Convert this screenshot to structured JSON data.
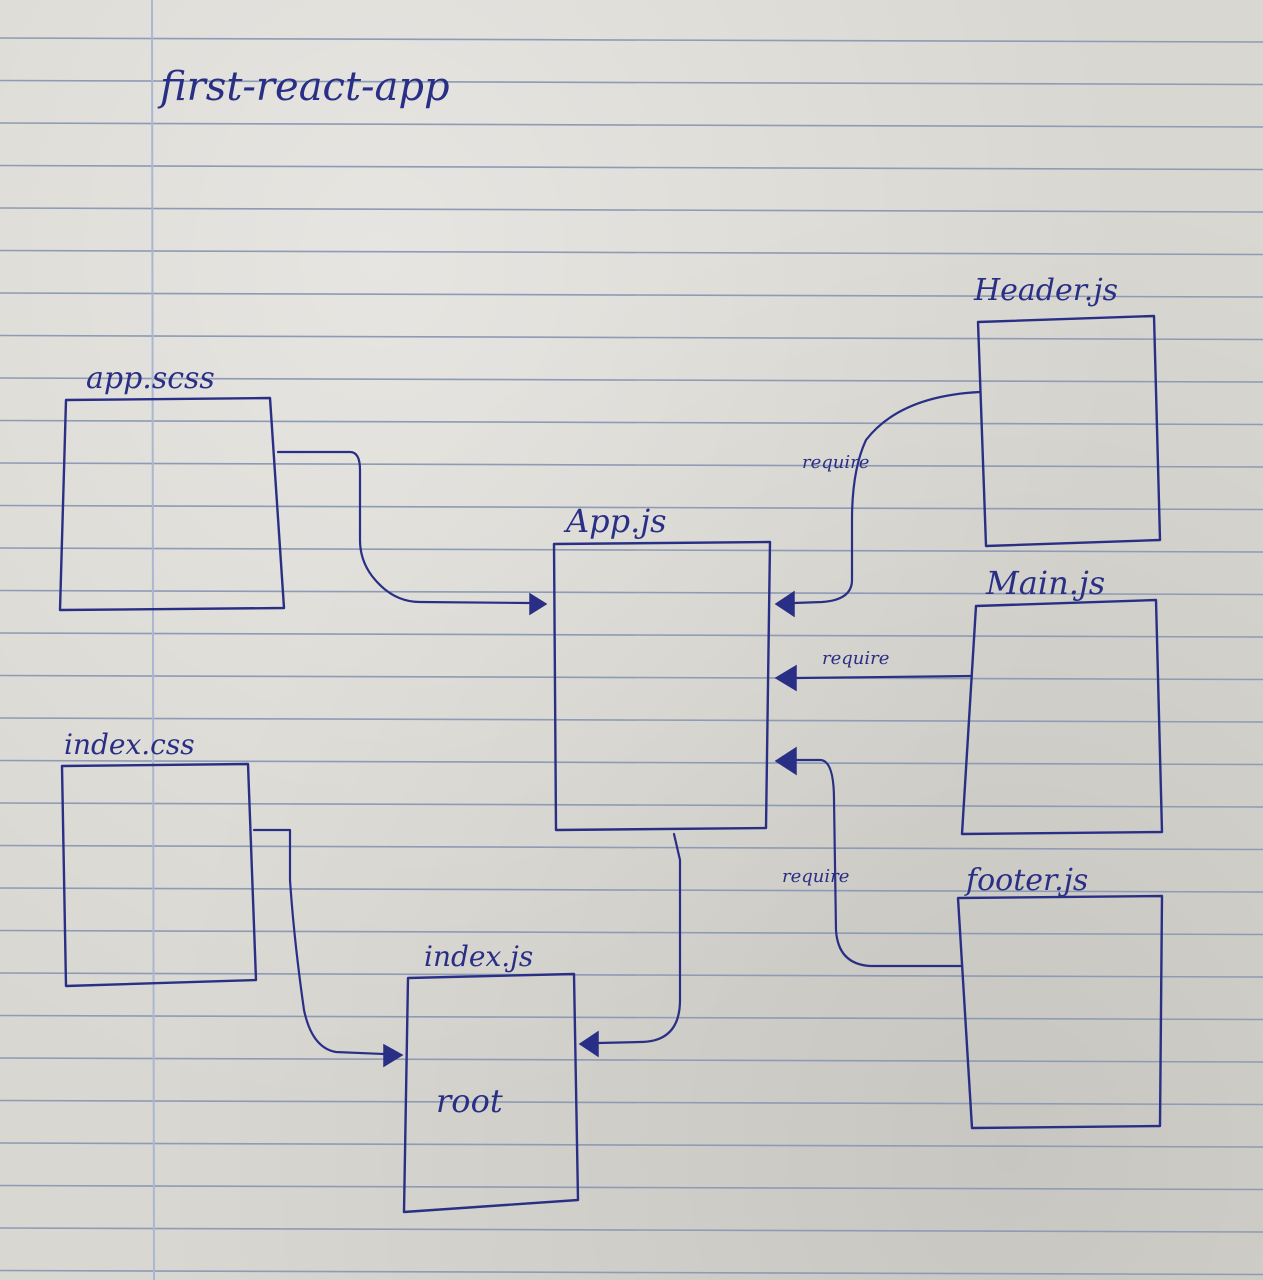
{
  "title": "first-react-app",
  "nodes": [
    {
      "id": "app_scss",
      "label": "app.scss",
      "inner": ""
    },
    {
      "id": "index_css",
      "label": "index.css",
      "inner": ""
    },
    {
      "id": "app_js",
      "label": "App.js",
      "inner": ""
    },
    {
      "id": "index_js",
      "label": "index.js",
      "inner": "root"
    },
    {
      "id": "header_js",
      "label": "Header.js",
      "inner": ""
    },
    {
      "id": "main_js",
      "label": "Main.js",
      "inner": ""
    },
    {
      "id": "footer_js",
      "label": "footer.js",
      "inner": ""
    }
  ],
  "edges": [
    {
      "from": "app_scss",
      "to": "app_js",
      "label": ""
    },
    {
      "from": "index_css",
      "to": "index_js",
      "label": ""
    },
    {
      "from": "app_js",
      "to": "index_js",
      "label": ""
    },
    {
      "from": "header_js",
      "to": "app_js",
      "label": "require"
    },
    {
      "from": "main_js",
      "to": "app_js",
      "label": "require"
    },
    {
      "from": "footer_js",
      "to": "app_js",
      "label": "require"
    }
  ],
  "colors": {
    "ink": "#2a2f86",
    "paper": "#d9d7d1",
    "rule": "#8e9bb4"
  }
}
